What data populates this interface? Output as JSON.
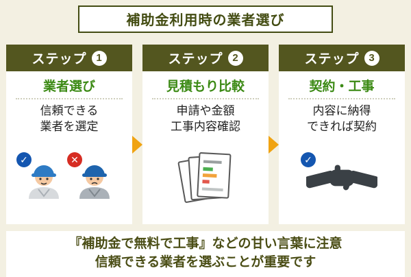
{
  "title": "補助金利用時の業者選び",
  "steps": [
    {
      "label": "ステップ",
      "number": "1",
      "title": "業者選び",
      "desc_lines": [
        "信頼できる",
        "業者を選定"
      ],
      "icon": "worker-approved-and-rejected"
    },
    {
      "label": "ステップ",
      "number": "2",
      "title": "見積もり比較",
      "desc_lines": [
        "申請や金額",
        "工事内容確認"
      ],
      "icon": "quote-documents"
    },
    {
      "label": "ステップ",
      "number": "3",
      "title": "契約・工事",
      "desc_lines": [
        "内容に納得",
        "できれば契約"
      ],
      "icon": "handshake-approved"
    }
  ],
  "badges": {
    "check": "✓",
    "cross": "✕"
  },
  "footer": {
    "lines": [
      "『補助金で無料で工事』などの甘い言葉に注意",
      "信頼できる業者を選ぶことが重要です"
    ]
  },
  "colors": {
    "background": "#f3f0e2",
    "olive_header": "#53561f",
    "olive_border": "#434c12",
    "step_title_green": "#3c8a15",
    "arrow_orange": "#f0a312",
    "check_blue": "#1456b0",
    "cross_red": "#d62d23"
  }
}
